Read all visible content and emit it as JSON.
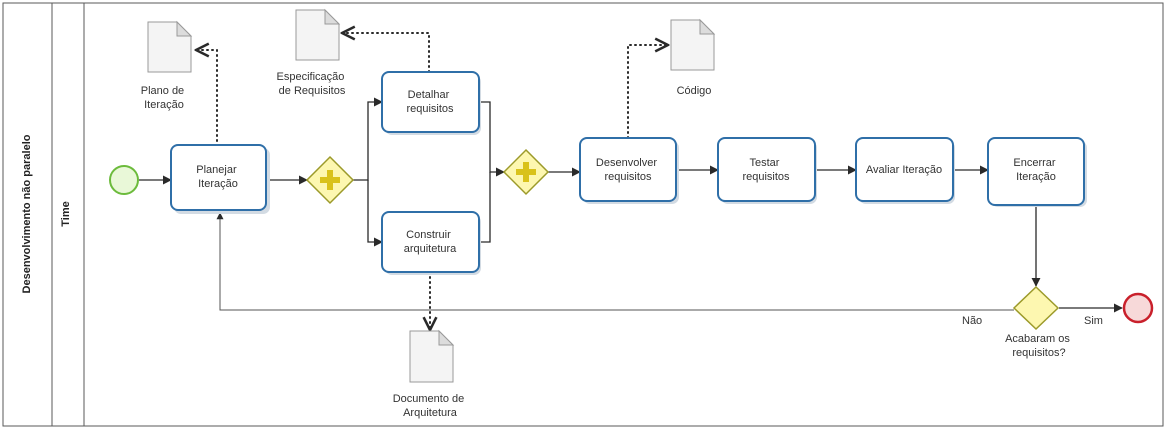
{
  "pool": {
    "name": "Desenvolvimento não paralelo",
    "lane": "Time"
  },
  "tasks": {
    "planejar": [
      "Planejar",
      "Iteração"
    ],
    "detalhar": [
      "Detalhar",
      "requisitos"
    ],
    "construir": [
      "Construir",
      "arquitetura"
    ],
    "desenvolver": [
      "Desenvolver",
      "requisitos"
    ],
    "testar": [
      "Testar",
      "requisitos"
    ],
    "avaliar": [
      "Avaliar Iteração"
    ],
    "encerrar": [
      "Encerrar",
      "Iteração"
    ]
  },
  "artifacts": {
    "plano": [
      "Plano de",
      "Iteração"
    ],
    "especificacao": [
      "Especificação",
      "de Requisitos"
    ],
    "codigo": [
      "Código"
    ],
    "documento": [
      "Documento de",
      "Arquitetura"
    ]
  },
  "gateway": {
    "question": [
      "Acabaram os",
      "requisitos?"
    ],
    "no": "Não",
    "yes": "Sim"
  },
  "colors": {
    "task_border": "#2f6fa8",
    "gateway_fill": "#fdf7b0",
    "start_event": "#6cbb3c",
    "end_event": "#c9202b"
  }
}
